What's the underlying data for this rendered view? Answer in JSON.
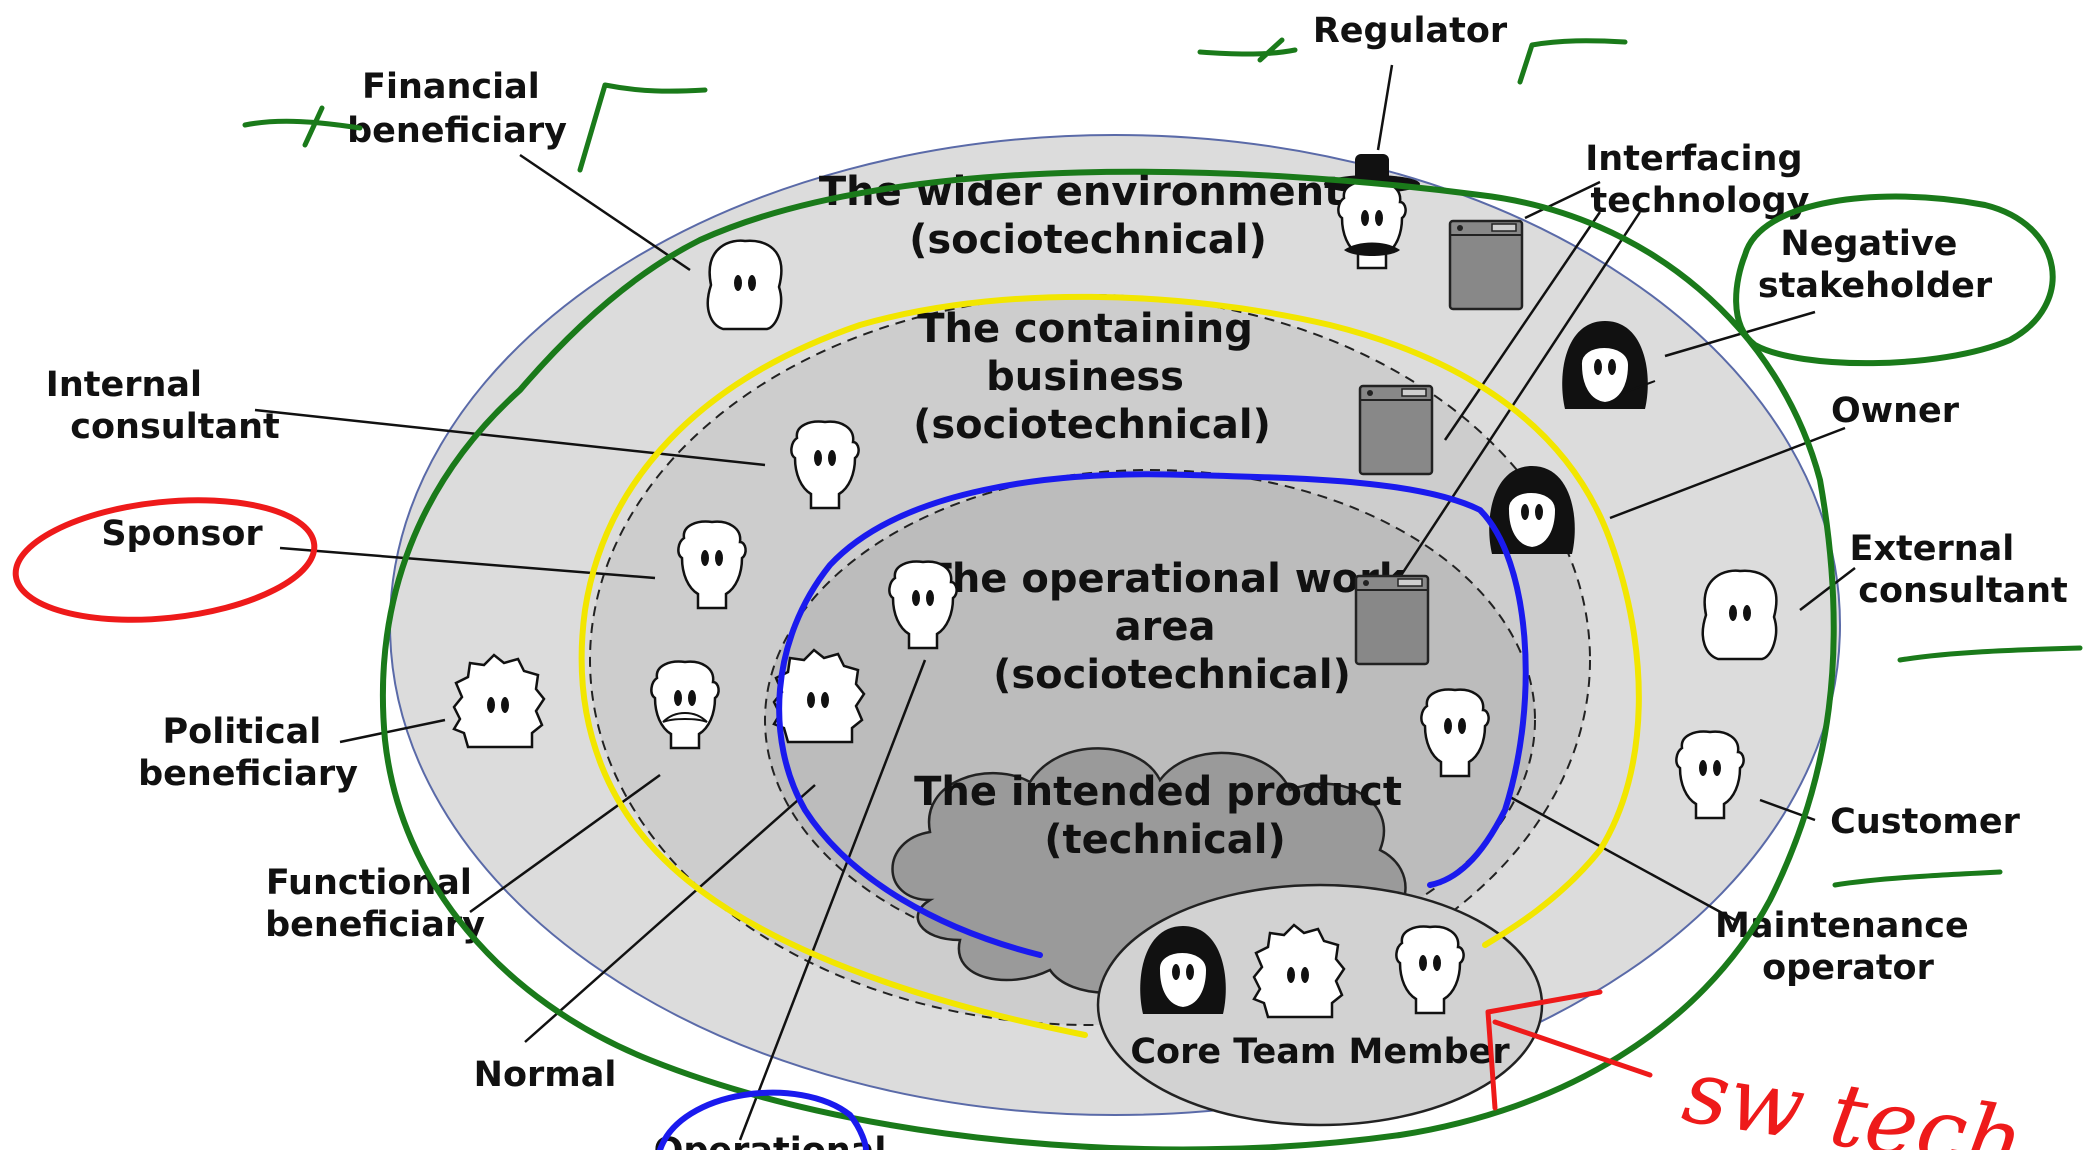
{
  "rings": {
    "wider": [
      "The wider environment",
      "(sociotechnical)"
    ],
    "containing": [
      "The containing",
      "business",
      "(sociotechnical)"
    ],
    "operational": [
      "The operational work",
      "area",
      "(sociotechnical)"
    ],
    "product": [
      "The intended product",
      "(technical)"
    ],
    "core": "Core Team Member"
  },
  "stakeholders": {
    "regulator": "Regulator",
    "financial": [
      "Financial",
      "beneficiary"
    ],
    "interfacing": [
      "Interfacing",
      "technology"
    ],
    "negative": [
      "Negative",
      "stakeholder"
    ],
    "internal": [
      "Internal",
      "consultant"
    ],
    "owner": "Owner",
    "sponsor": "Sponsor",
    "external": [
      "External",
      "consultant"
    ],
    "political": [
      "Political",
      "beneficiary"
    ],
    "customer": "Customer",
    "functional": [
      "Functional",
      "beneficiary"
    ],
    "maintenance": [
      "Maintenance",
      "operator"
    ],
    "normal": "Normal",
    "operational_cut": "Operational"
  },
  "annotations": {
    "handwritten": "sw tech",
    "colors": {
      "wider_loop": "#1a7a1a",
      "containing_loop": "#f2e600",
      "operational_loop": "#1a1aee",
      "highlight": "#ee1a1a"
    }
  }
}
